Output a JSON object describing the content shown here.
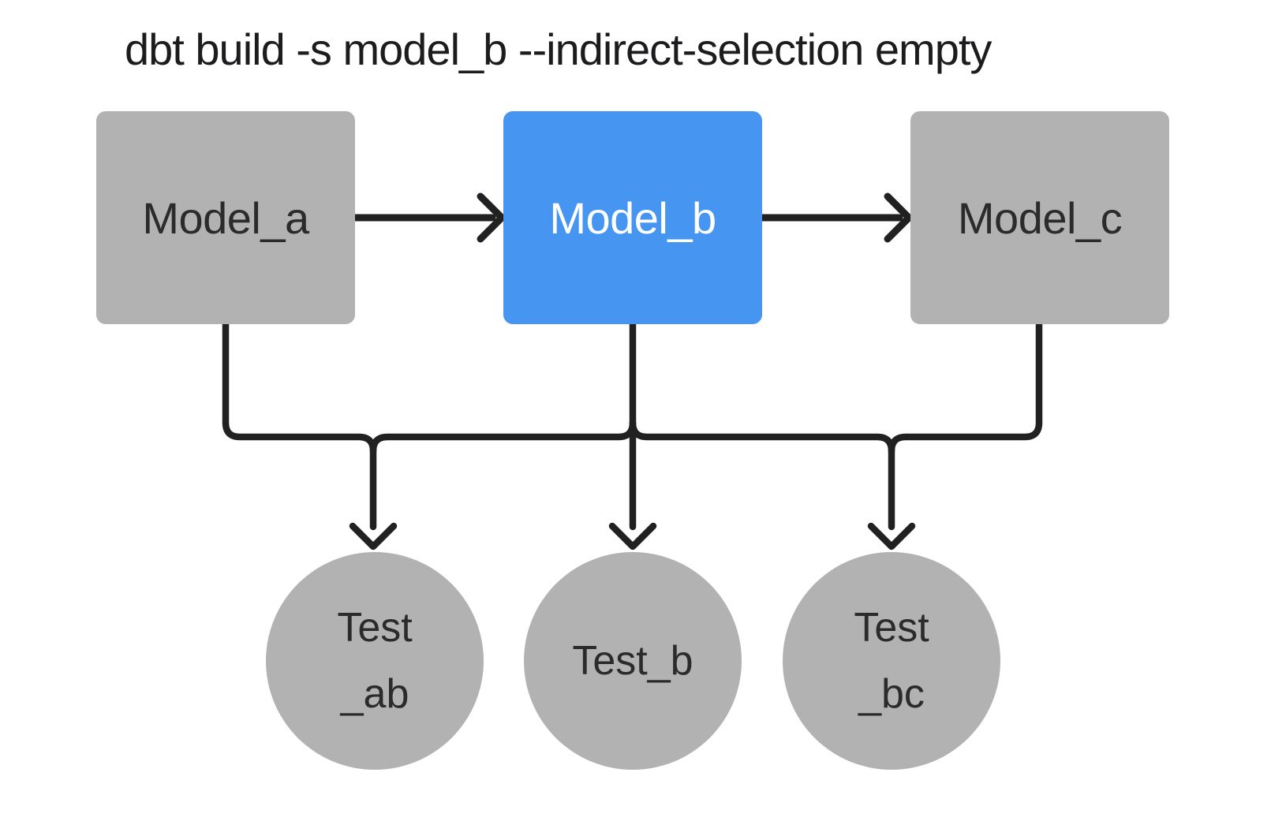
{
  "title": "dbt build -s model_b --indirect-selection empty",
  "nodes": {
    "model_a": {
      "label": "Model_a",
      "shape": "rectangle",
      "state": "unselected"
    },
    "model_b": {
      "label": "Model_b",
      "shape": "rectangle",
      "state": "selected"
    },
    "model_c": {
      "label": "Model_c",
      "shape": "rectangle",
      "state": "unselected"
    },
    "test_ab": {
      "lines": [
        "Test",
        "_ab"
      ],
      "shape": "circle",
      "state": "unselected"
    },
    "test_b": {
      "label": "Test_b",
      "shape": "circle",
      "state": "unselected"
    },
    "test_bc": {
      "lines": [
        "Test",
        "_bc"
      ],
      "shape": "circle",
      "state": "unselected"
    }
  },
  "edges": [
    {
      "from": "Model_a",
      "to": "Model_b"
    },
    {
      "from": "Model_b",
      "to": "Model_c"
    },
    {
      "from": "Model_a",
      "to": "Test_ab"
    },
    {
      "from": "Model_b",
      "to": "Test_ab"
    },
    {
      "from": "Model_b",
      "to": "Test_b"
    },
    {
      "from": "Model_b",
      "to": "Test_bc"
    },
    {
      "from": "Model_c",
      "to": "Test_bc"
    }
  ],
  "colors": {
    "selected_fill": "#4696F1",
    "unselected_fill": "#B2B2B2",
    "line": "#212121",
    "label_dark": "#2B2B2B",
    "label_light": "#FFFFFF",
    "title_text": "#1C1C1E",
    "background": "#FFFFFF"
  }
}
